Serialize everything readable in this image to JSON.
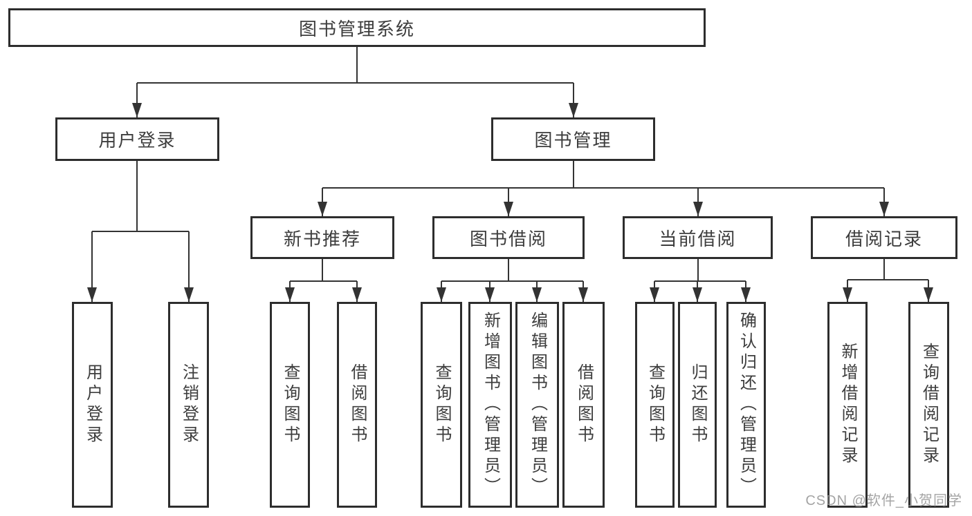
{
  "diagram": {
    "nodes": {
      "root": "图书管理系统",
      "user_login": "用户登录",
      "book_mgmt": "图书管理",
      "new_book_rec": "新书推荐",
      "book_borrow": "图书借阅",
      "current_borrow": "当前借阅",
      "borrow_record": "借阅记录",
      "leaf_user_login": "用户登录",
      "leaf_logout": "注销登录",
      "rec_query_book": "查询图书",
      "rec_borrow_book": "借阅图书",
      "bb_query_book": "查询图书",
      "bb_add_book": "新增图书（管理员）",
      "bb_edit_book": "编辑图书（管理员）",
      "bb_borrow_book": "借阅图书",
      "cb_query_book": "查询图书",
      "cb_return_book": "归还图书",
      "cb_confirm_return": "确认归还（管理员）",
      "br_add_record": "新增借阅记录",
      "br_query_record": "查询借阅记录"
    },
    "hierarchy": {
      "图书管理系统": {
        "用户登录": [
          "用户登录",
          "注销登录"
        ],
        "图书管理": {
          "新书推荐": [
            "查询图书",
            "借阅图书"
          ],
          "图书借阅": [
            "查询图书",
            "新增图书（管理员）",
            "编辑图书（管理员）",
            "借阅图书"
          ],
          "当前借阅": [
            "查询图书",
            "归还图书",
            "确认归还（管理员）"
          ],
          "借阅记录": [
            "新增借阅记录",
            "查询借阅记录"
          ]
        }
      }
    },
    "colors": {
      "line": "#333333",
      "border": "#2d2d2d",
      "text": "#3d3d3d",
      "background": "#ffffff"
    }
  },
  "watermark": {
    "text": "CSDN @软件_小贺同学"
  }
}
